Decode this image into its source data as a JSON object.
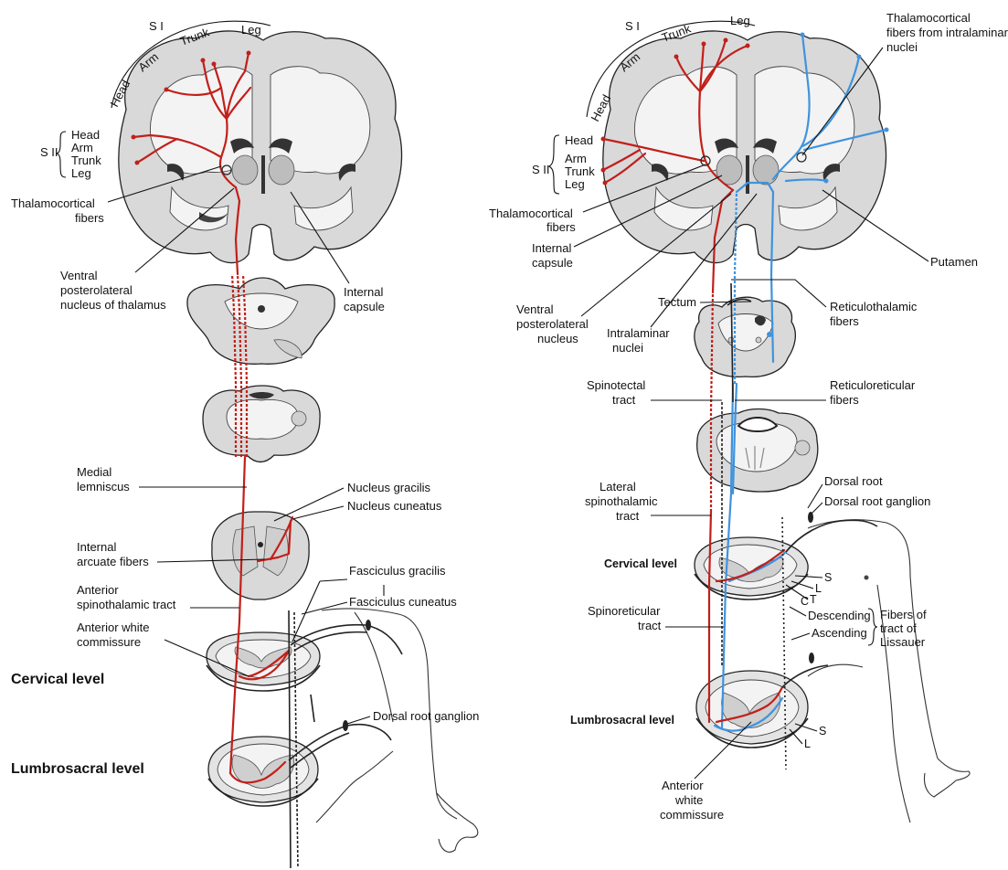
{
  "left_panel": {
    "cortex_si": {
      "title": "S I",
      "head": "Head",
      "arm": "Arm",
      "trunk": "Trunk",
      "leg": "Leg"
    },
    "cortex_sii": {
      "title": "S II",
      "head": "Head",
      "arm": "Arm",
      "trunk": "Trunk",
      "leg": "Leg"
    },
    "thalamocortical_1": "Thalamocortical",
    "thalamocortical_2": "fibers",
    "vpl_1": "Ventral",
    "vpl_2": "posterolateral",
    "vpl_3": "nucleus of thalamus",
    "internal_capsule_1": "Internal",
    "internal_capsule_2": "capsule",
    "medial_lemniscus_1": "Medial",
    "medial_lemniscus_2": "lemniscus",
    "nucleus_gracilis": "Nucleus gracilis",
    "nucleus_cuneatus": "Nucleus cuneatus",
    "internal_arcuate_1": "Internal",
    "internal_arcuate_2": "arcuate fibers",
    "fasciculus_gracilis": "Fasciculus gracilis",
    "fasciculus_cuneatus": "Fasciculus cuneatus",
    "anterior_st_1": "Anterior",
    "anterior_st_2": "spinothalamic tract",
    "anterior_wc_1": "Anterior white",
    "anterior_wc_2": "commissure",
    "cervical_level": "Cervical level",
    "lumbrosacral_level": "Lumbrosacral level",
    "dorsal_root_ganglion": "Dorsal root ganglion"
  },
  "right_panel": {
    "cortex_si": {
      "title": "S I",
      "head": "Head",
      "arm": "Arm",
      "trunk": "Trunk",
      "leg": "Leg"
    },
    "cortex_sii": {
      "title": "S II",
      "head": "Head",
      "arm": "Arm",
      "trunk": "Trunk",
      "leg": "Leg"
    },
    "thal_intralaminar_1": "Thalamocortical",
    "thal_intralaminar_2": "fibers from intralaminar",
    "thal_intralaminar_3": "nuclei",
    "thalamocortical_1": "Thalamocortical",
    "thalamocortical_2": "fibers",
    "internal_capsule_1": "Internal",
    "internal_capsule_2": "capsule",
    "putamen": "Putamen",
    "vpl_1": "Ventral",
    "vpl_2": "posterolateral",
    "vpl_3": "nucleus",
    "tectum": "Tectum",
    "intralaminar_1": "Intralaminar",
    "intralaminar_2": "nuclei",
    "reticulothalamic_1": "Reticulothalamic",
    "reticulothalamic_2": "fibers",
    "spinotectal_1": "Spinotectal",
    "spinotectal_2": "tract",
    "reticuloreticular_1": "Reticuloreticular",
    "reticuloreticular_2": "fibers",
    "lateral_st_1": "Lateral",
    "lateral_st_2": "spinothalamic",
    "lateral_st_3": "tract",
    "dorsal_root": "Dorsal root",
    "dorsal_root_ganglion": "Dorsal root ganglion",
    "cervical_level": "Cervical level",
    "letter_s": "S",
    "letter_l": "L",
    "letter_t": "T",
    "letter_c": "C",
    "descending": "Descending",
    "ascending": "Ascending",
    "lissauer_1": "Fibers of",
    "lissauer_2": "tract of",
    "lissauer_3": "Lissauer",
    "spinoreticular_1": "Spinoreticular",
    "spinoreticular_2": "tract",
    "lumbrosacral_level": "Lumbrosacral level",
    "letter_s2": "S",
    "letter_l2": "L",
    "anterior_wc_1": "Anterior",
    "anterior_wc_2": "white",
    "anterior_wc_3": "commissure"
  },
  "colors": {
    "dorsal_column_pathway": "#c21f1a",
    "spinoreticular_pathway": "#3f93dd",
    "tissue": "#d9d9d9"
  }
}
